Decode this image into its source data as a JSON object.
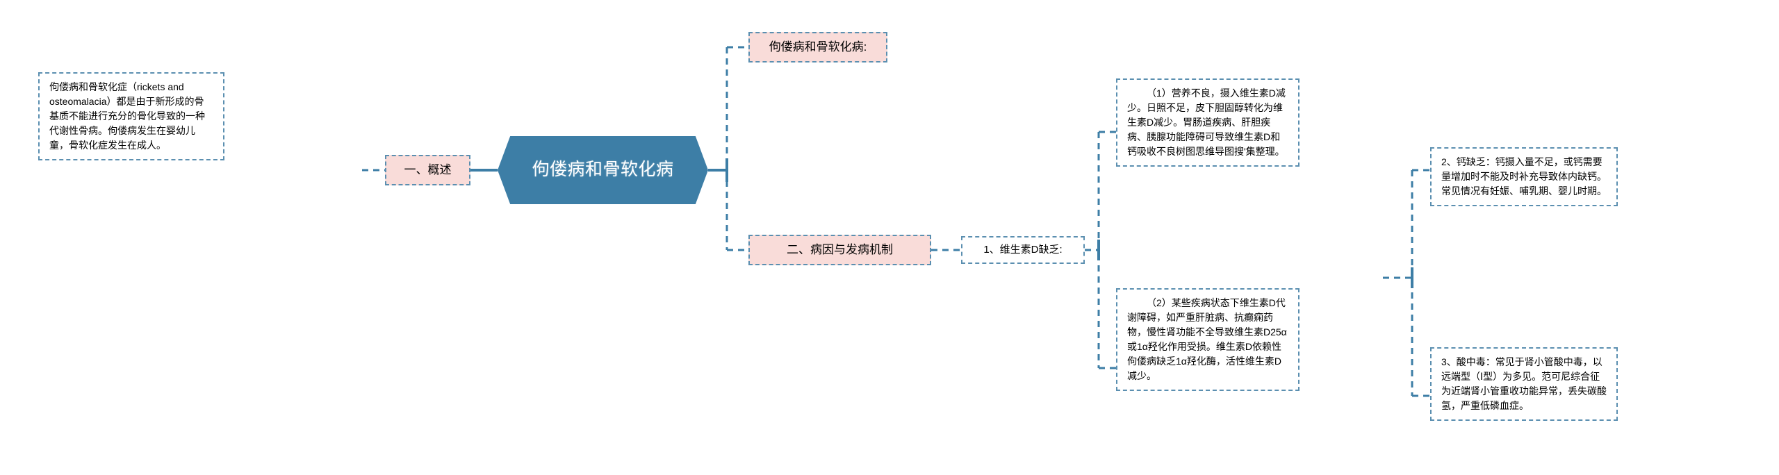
{
  "diagram": {
    "title": "佝偻病和骨软化病",
    "type": "mind-map",
    "colors": {
      "center_fill": "#3d7ea6",
      "branch_fill": "#f9dcd9",
      "border": "#5b8fb0",
      "leaf_fill": "#ffffff",
      "text": "#000000",
      "center_text": "#ffffff"
    }
  },
  "center": {
    "label": "佝偻病和骨软化病"
  },
  "left_branch": {
    "label": "一、概述",
    "detail": "佝偻病和骨软化症（rickets and osteomalacia）都是由于新形成的骨基质不能进行充分的骨化导致的一种代谢性骨病。佝偻病发生在婴幼儿童，骨软化症发生在成人。"
  },
  "right_branches": [
    {
      "label": "佝偻病和骨软化病:"
    },
    {
      "label": "二、病因与发病机制"
    }
  ],
  "cause_branch": {
    "label": "1、维生素D缺乏:",
    "items": [
      "（1）营养不良，摄入维生素D减少。日照不足，皮下胆固醇转化为维生素D减少。胃肠道疾病、肝胆疾病、胰腺功能障碍可导致维生素D和钙吸收不良树图思维导图搜'集整理。",
      "（2）某些疾病状态下维生素D代谢障碍，如严重肝脏病、抗癫痫药物，慢性肾功能不全导致维生素D25α或1α羟化作用受损。维生素D依赖性佝偻病缺乏1α羟化酶，活性维生素D减少。"
    ]
  },
  "other_causes": [
    "2、钙缺乏：钙摄入量不足，或钙需要量增加时不能及时补充导致体内缺钙。常见情况有妊娠、哺乳期、婴儿时期。",
    "3、酸中毒：常见于肾小管酸中毒，以远端型（Ⅰ型）为多见。范可尼综合征为近端肾小管重收功能异常，丢失碳酸氢，严重低磷血症。"
  ]
}
